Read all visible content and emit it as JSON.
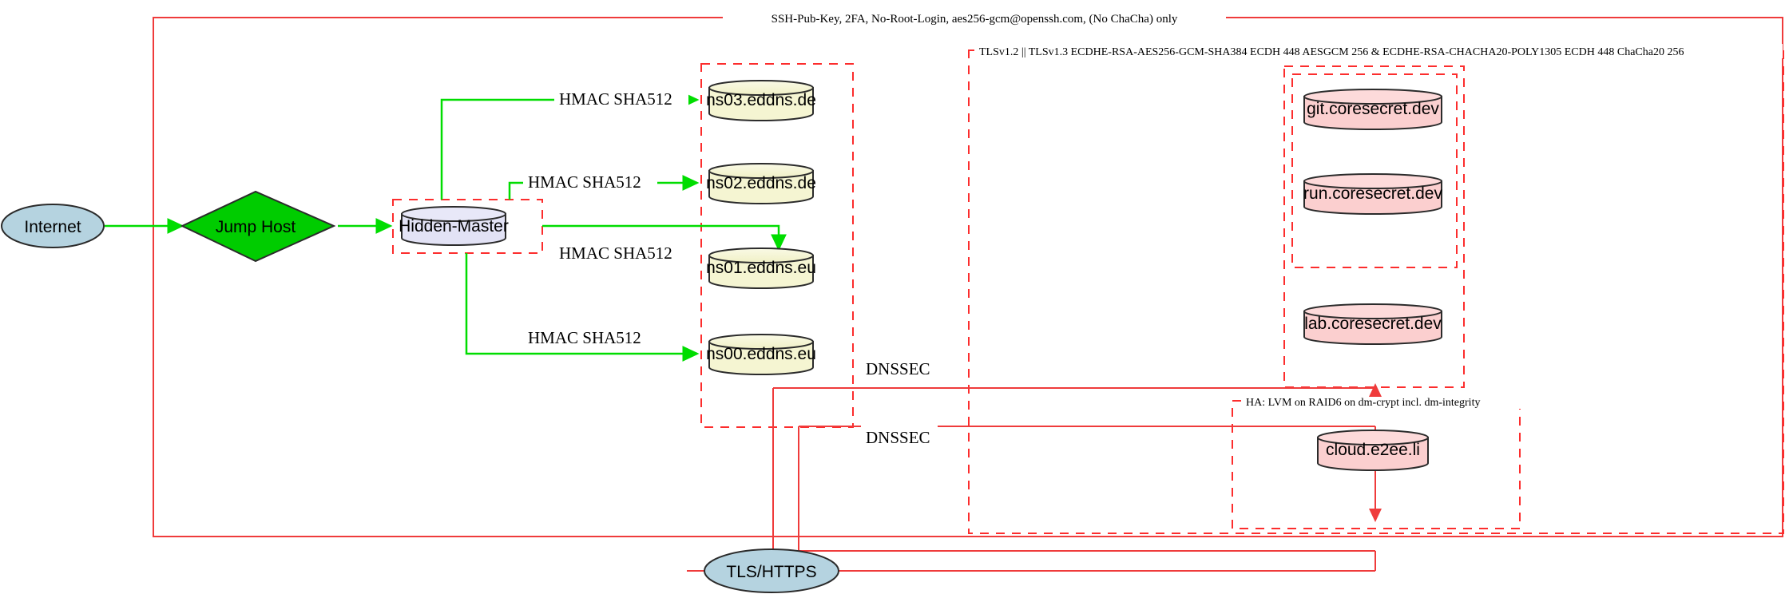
{
  "diagram": {
    "title_top": "SSH-Pub-Key, 2FA, No-Root-Login, aes256-gcm@openssh.com, (No ChaCha) only",
    "title_tls": "TLSv1.2 || TLSv1.3 ECDHE-RSA-AES256-GCM-SHA384 ECDH 448 AESGCM 256 & ECDHE-RSA-CHACHA20-POLY1305 ECDH 448 ChaCha20 256",
    "title_ha": "HA: LVM on RAID6 on dm-crypt incl. dm-integrity"
  },
  "nodes": {
    "internet": "Internet",
    "jump_host": "Jump Host",
    "hidden_master": "Hidden-Master",
    "ns03": "ns03.eddns.de",
    "ns02": "ns02.eddns.de",
    "ns01": "ns01.eddns.eu",
    "ns00": "ns00.eddns.eu",
    "git": "git.coresecret.dev",
    "run": "run.coresecret.dev",
    "lab": "lab.coresecret.dev",
    "cloud": "cloud.e2ee.li",
    "tls_https": "TLS/HTTPS"
  },
  "edge_labels": {
    "hmac_ns03": "HMAC SHA512",
    "hmac_ns02": "HMAC SHA512",
    "hmac_ns01": "HMAC SHA512",
    "hmac_ns00": "HMAC SHA512",
    "dnssec_upper": "DNSSEC",
    "dnssec_lower": "DNSSEC"
  },
  "colors": {
    "internet_fill": "#b5d3e0",
    "jump_host_fill": "#00cc00",
    "hidden_master_fill": "#e2e2f5",
    "dns_fill": "#f5f5d2",
    "service_fill": "#fbcfcf",
    "red_boundary": "#ef3b3b",
    "green_edge": "#00dd00"
  }
}
